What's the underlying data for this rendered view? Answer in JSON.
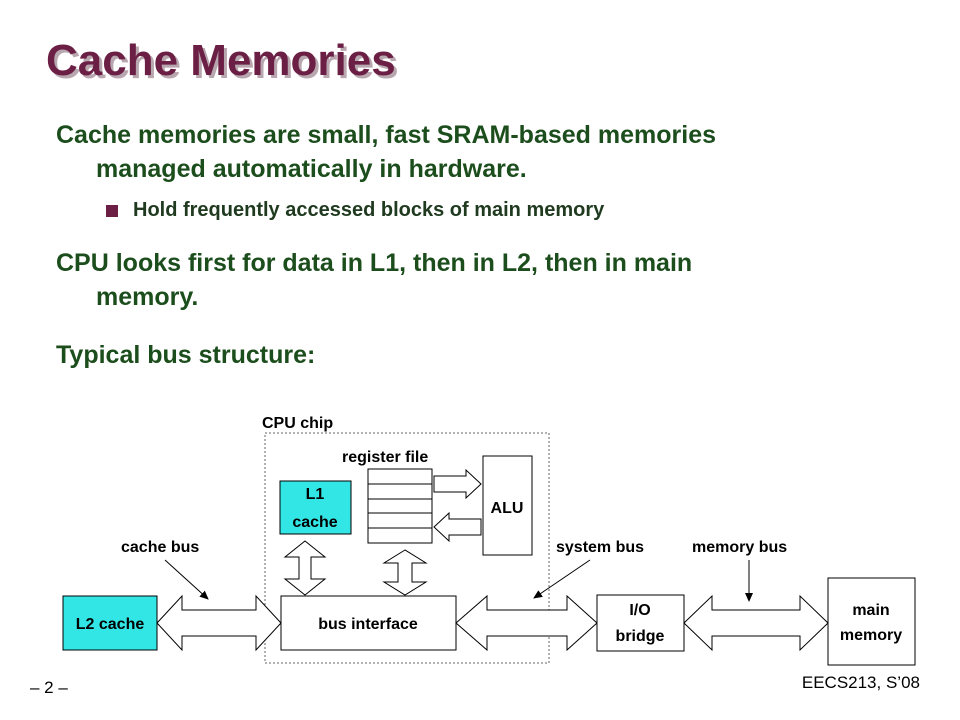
{
  "slide": {
    "title": "Cache Memories",
    "bullets": [
      {
        "line1": "Cache memories are small, fast SRAM-based memories",
        "line2": "managed automatically in hardware."
      },
      {
        "line1": "CPU looks first for data in L1, then in L2, then in main",
        "line2": "memory."
      },
      {
        "line1": "Typical bus structure:"
      }
    ],
    "sub_bullet": "Hold frequently accessed blocks of main memory",
    "page_number": "– 2 –",
    "course": "EECS213, S’08"
  },
  "diagram": {
    "cpu_chip_label": "CPU chip",
    "register_file_label": "register file",
    "alu_label": "ALU",
    "l1_cache_line1": "L1",
    "l1_cache_line2": "cache",
    "bus_interface_label": "bus interface",
    "l2_cache_label": "L2 cache",
    "io_bridge_line1": "I/O",
    "io_bridge_line2": "bridge",
    "main_memory_line1": "main",
    "main_memory_line2": "memory",
    "cache_bus_label": "cache bus",
    "system_bus_label": "system bus",
    "memory_bus_label": "memory bus",
    "colors": {
      "cache_fill": "#33e6e6",
      "title": "#6b1f45",
      "text": "#1c4d1c"
    }
  }
}
